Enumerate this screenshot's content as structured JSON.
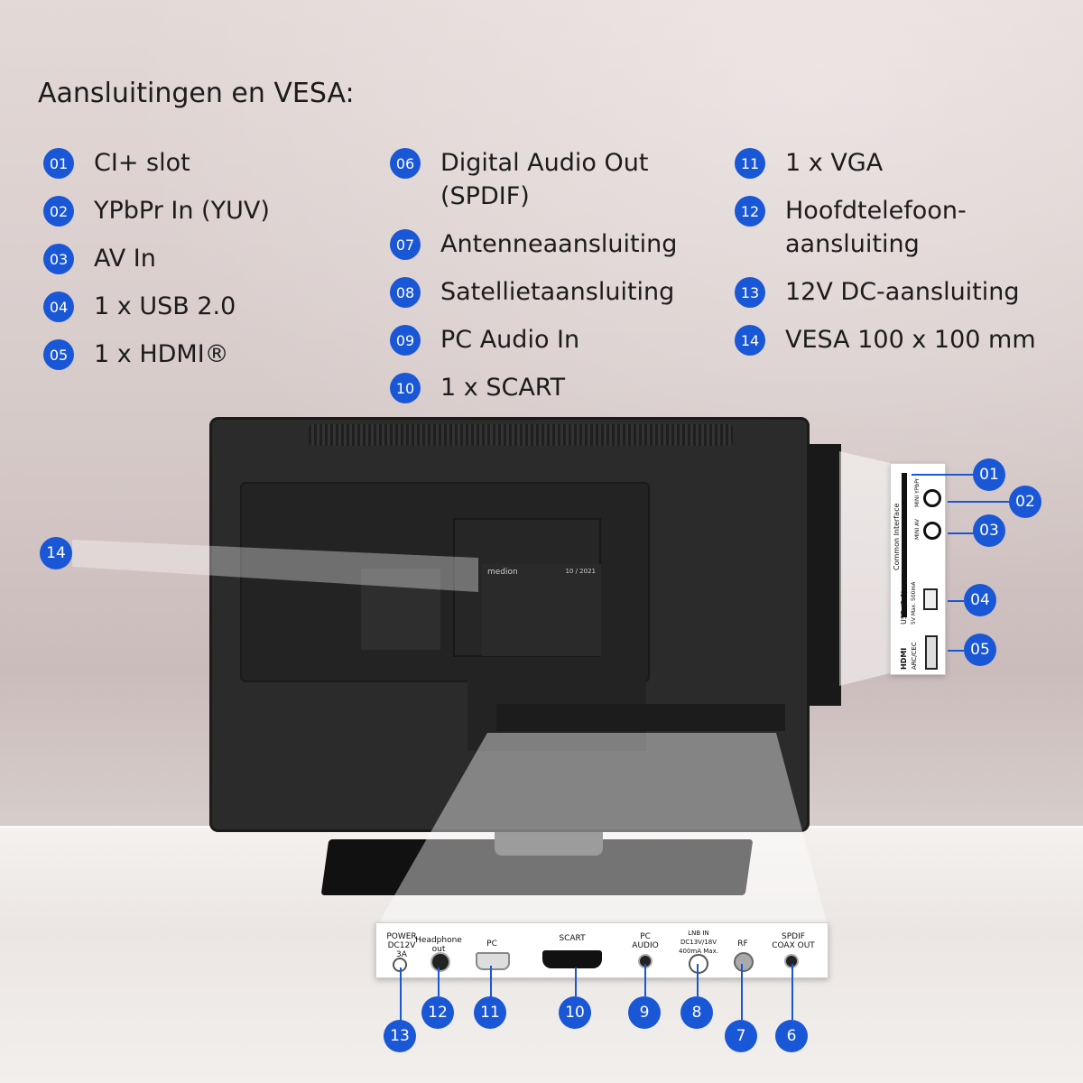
{
  "title": "Aansluitingen en VESA:",
  "columns": [
    {
      "items": [
        {
          "num": "01",
          "label": "CI+ slot"
        },
        {
          "num": "02",
          "label": "YPbPr In (YUV)"
        },
        {
          "num": "03",
          "label": "AV In"
        },
        {
          "num": "04",
          "label": "1 x USB 2.0"
        },
        {
          "num": "05",
          "label": "1 x HDMI®"
        }
      ]
    },
    {
      "items": [
        {
          "num": "06",
          "label": "Digital Audio Out\n(SPDIF)"
        },
        {
          "num": "07",
          "label": "Antenneaansluiting"
        },
        {
          "num": "08",
          "label": "Satellietaansluiting"
        },
        {
          "num": "09",
          "label": "PC Audio In"
        },
        {
          "num": "10",
          "label": "1 x SCART"
        }
      ]
    },
    {
      "items": [
        {
          "num": "11",
          "label": "1 x VGA"
        },
        {
          "num": "12",
          "label": "Hoofdtelefoon-\naansluiting"
        },
        {
          "num": "13",
          "label": "12V DC-aansluiting"
        },
        {
          "num": "14",
          "label": "VESA 100 x 100 mm"
        }
      ]
    }
  ],
  "side_panel": {
    "common_interface": "Common Interface",
    "mini_ypbpr": "MINI YPbPr",
    "mini_av": "MINI AV",
    "usb": "USB (2.0)",
    "usb_spec": "5V Max. 500mA",
    "hdmi": "HDMI",
    "hdmi_sub": "ARC/CEC",
    "callouts": [
      "01",
      "02",
      "03",
      "04",
      "05"
    ]
  },
  "vesa_callout": "14",
  "bottom_panel": {
    "power": "POWER\nDC12V\n3A",
    "headphone": "Headphone out",
    "pc": "PC",
    "scart": "SCART",
    "pc_audio": "PC\nAUDIO",
    "lnb": "LNB IN\nDC13V/18V\n400mA Max.",
    "rf": "RF",
    "spdif": "SPDIF\nCOAX OUT",
    "callouts": [
      "13",
      "12",
      "11",
      "10",
      "9",
      "8",
      "7",
      "6"
    ]
  },
  "tv_labels": {
    "brand": "medion",
    "date": "10 / 2021"
  },
  "colors": {
    "accent": "#1a57d6",
    "text": "#1c1c1c"
  }
}
